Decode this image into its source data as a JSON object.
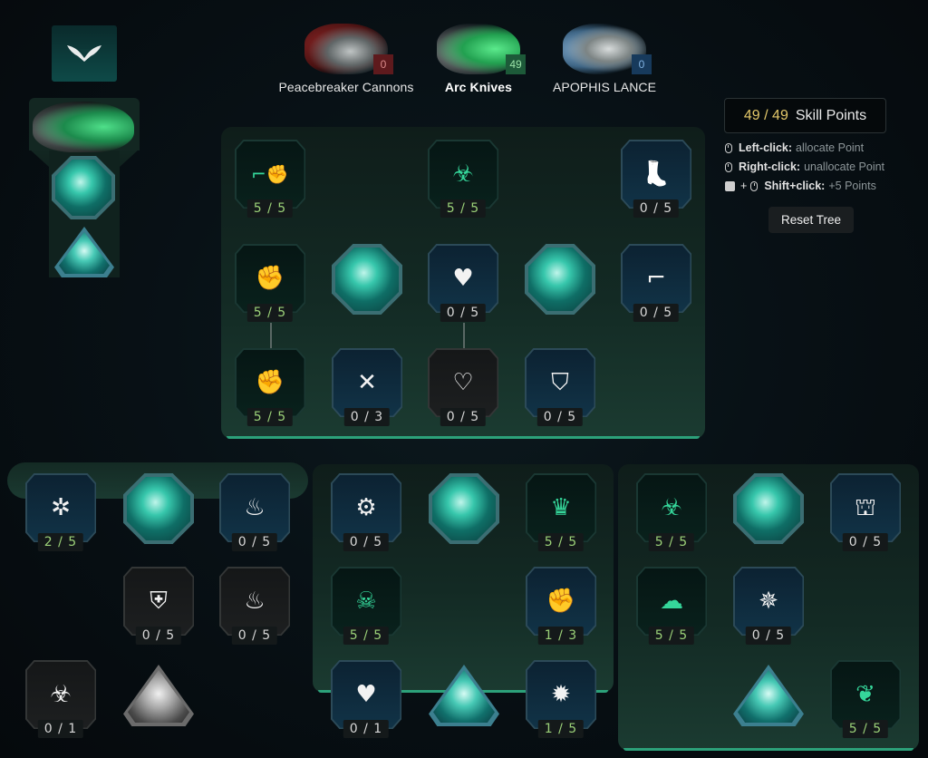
{
  "sidebar": {
    "emblem_icon": "wings-emblem-icon",
    "weapon_art": "arc-knives-art",
    "keystones": [
      "octagon-keystone-art",
      "triangle-keystone-art"
    ]
  },
  "weapons": [
    {
      "name": "Peacebreaker Cannons",
      "points": "0",
      "accent": "#7a1c1f"
    },
    {
      "name": "Arc Knives",
      "points": "49",
      "accent": "#1f6b3f"
    },
    {
      "name": "APOPHIS LANCE",
      "points": "0",
      "accent": "#1b3c5e"
    }
  ],
  "skill_points": {
    "count": "49 / 49",
    "label": "Skill Points"
  },
  "help": [
    {
      "key": "Left-click:",
      "value": "allocate Point"
    },
    {
      "key": "Right-click:",
      "value": "unallocate Point"
    },
    {
      "prefix": "+",
      "key": "Shift+click:",
      "value": "+5 Points"
    }
  ],
  "reset_label": "Reset Tree",
  "colors": {
    "accent_green": "#35d69a",
    "points_yellow": "#e4c86a",
    "count_green": "#9bd178",
    "panel_glow": "#2fb487"
  },
  "tree": {
    "top": [
      {
        "icon": "pistol-fist-icon",
        "glyph": "⌐✊",
        "count": "5 / 5",
        "style": "green"
      },
      {
        "icon": "biohazard-icon",
        "glyph": "☣",
        "count": "5 / 5",
        "style": "green"
      },
      {
        "icon": "winged-boot-icon",
        "glyph": "👢",
        "count": "0 / 5",
        "style": "blue"
      },
      {
        "icon": "fist-spark-icon",
        "glyph": "✊",
        "count": "5 / 5",
        "style": "green"
      },
      {
        "icon": "heart-icon",
        "glyph": "♥",
        "count": "0 / 5",
        "style": "blue"
      },
      {
        "icon": "double-pistol-icon",
        "glyph": "⌐",
        "count": "0 / 5",
        "style": "blue"
      },
      {
        "icon": "fist-spark-plus-icon",
        "glyph": "✊",
        "count": "5 / 5",
        "style": "green"
      },
      {
        "icon": "crossed-blades-icon",
        "glyph": "✕",
        "count": "0 / 3",
        "style": "blue"
      },
      {
        "icon": "heart-burst-icon",
        "glyph": "♡",
        "count": "0 / 5",
        "style": "dark"
      },
      {
        "icon": "shattered-shield-icon",
        "glyph": "⛉",
        "count": "0 / 5",
        "style": "blue"
      }
    ],
    "left": [
      {
        "icon": "triple-biohazard-icon",
        "glyph": "✲",
        "count": "2 / 5",
        "style": "blue"
      },
      {
        "icon": "ground-slam-up-icon",
        "glyph": "♨",
        "count": "0 / 5",
        "style": "blue"
      },
      {
        "icon": "shield-bolt-icon",
        "glyph": "⛨",
        "count": "0 / 5",
        "style": "dark"
      },
      {
        "icon": "ground-slam-bolt-icon",
        "glyph": "♨",
        "count": "0 / 5",
        "style": "dark"
      },
      {
        "icon": "toxic-puddle-icon",
        "glyph": "☣",
        "count": "0 / 1",
        "style": "dark"
      }
    ],
    "middle": [
      {
        "icon": "gadget-timer-icon",
        "glyph": "⚙",
        "count": "0 / 5",
        "style": "blue"
      },
      {
        "icon": "crown-burst-icon",
        "glyph": "♛",
        "count": "5 / 5",
        "style": "green"
      },
      {
        "icon": "skull-grenade-icon",
        "glyph": "☠",
        "count": "5 / 5",
        "style": "green"
      },
      {
        "icon": "pistol-fist-up-icon",
        "glyph": "✊",
        "count": "1 / 3",
        "style": "blue"
      },
      {
        "icon": "heart-crown-icon",
        "glyph": "♥",
        "count": "0 / 1",
        "style": "blue"
      },
      {
        "icon": "flaming-gear-icon",
        "glyph": "✹",
        "count": "1 / 5",
        "style": "blue"
      }
    ],
    "right": [
      {
        "icon": "biohazard-up-icon",
        "glyph": "☣",
        "count": "5 / 5",
        "style": "green"
      },
      {
        "icon": "turret-up-icon",
        "glyph": "⛫",
        "count": "0 / 5",
        "style": "blue"
      },
      {
        "icon": "toxic-cloud-icon",
        "glyph": "☁",
        "count": "5 / 5",
        "style": "green"
      },
      {
        "icon": "spiked-mask-icon",
        "glyph": "✵",
        "count": "0 / 5",
        "style": "blue"
      },
      {
        "icon": "leaf-level-icon",
        "glyph": "❦",
        "count": "5 / 5",
        "style": "green"
      }
    ]
  }
}
